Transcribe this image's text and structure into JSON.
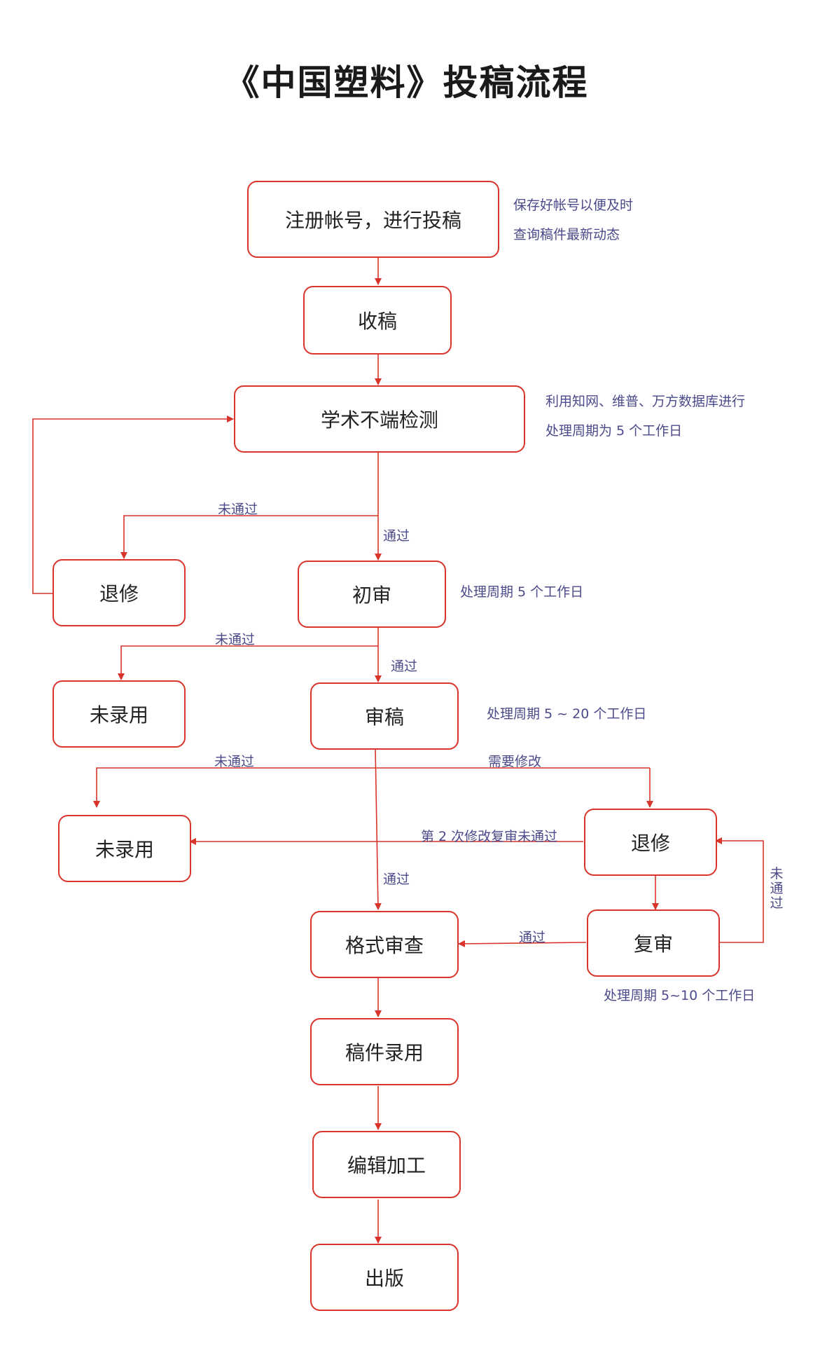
{
  "title": "《中国塑料》投稿流程",
  "nodes": {
    "register": "注册帐号，进行投稿",
    "receive": "收稿",
    "plagiarism_check": "学术不端检测",
    "return_revise_1": "退修",
    "first_review": "初审",
    "rejected_1": "未录用",
    "peer_review": "审稿",
    "rejected_2": "未录用",
    "return_revise_2": "退修",
    "format_check": "格式审查",
    "re_review": "复审",
    "accepted": "稿件录用",
    "editing": "编辑加工",
    "publish": "出版"
  },
  "notes": {
    "register_line1": "保存好帐号以便及时",
    "register_line2": "查询稿件最新动态",
    "check_line1": "利用知网、维普、万方数据库进行",
    "check_line2": "处理周期为 5 个工作日",
    "first_review": "处理周期 5 个工作日",
    "peer_review": "处理周期 5 ~ 20 个工作日",
    "re_review": "处理周期 5~10 个工作日"
  },
  "edge_labels": {
    "check_fail": "未通过",
    "check_pass": "通过",
    "first_fail": "未通过",
    "first_pass": "通过",
    "peer_fail": "未通过",
    "peer_revise": "需要修改",
    "second_revision_fail": "第 2 次修改复审未通过",
    "peer_pass": "通过",
    "re_review_pass": "通过",
    "re_review_fail": "未通过"
  },
  "colors": {
    "line": "#d9342b",
    "box_border": "#d9342b",
    "note_text": "#4b4a8a",
    "box_text": "#222222"
  }
}
